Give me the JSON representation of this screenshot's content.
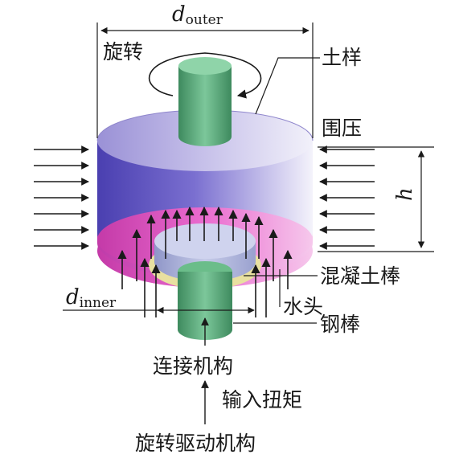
{
  "labels": {
    "d_outer_symbol": "d",
    "d_outer_sub": "outer",
    "rotation": "旋转",
    "soil_sample": "土样",
    "confining_pressure": "围压",
    "h_symbol": "h",
    "concrete_rod": "混凝土棒",
    "d_inner_symbol": "d",
    "d_inner_sub": "inner",
    "water_head": "水头",
    "steel_rod": "钢棒",
    "connection_mechanism": "连接机构",
    "input_torque": "输入扭矩",
    "rotation_drive": "旋转驱动机构"
  },
  "colors": {
    "soil_side": "#6b5fc4",
    "soil_top": "#d8d4ee",
    "soil_inner": "#e85bc4",
    "concrete": "#b8bfe0",
    "water_ring": "#e8e0a0",
    "steel_rod": "#5aa877",
    "arrow": "#1a1a1a"
  }
}
